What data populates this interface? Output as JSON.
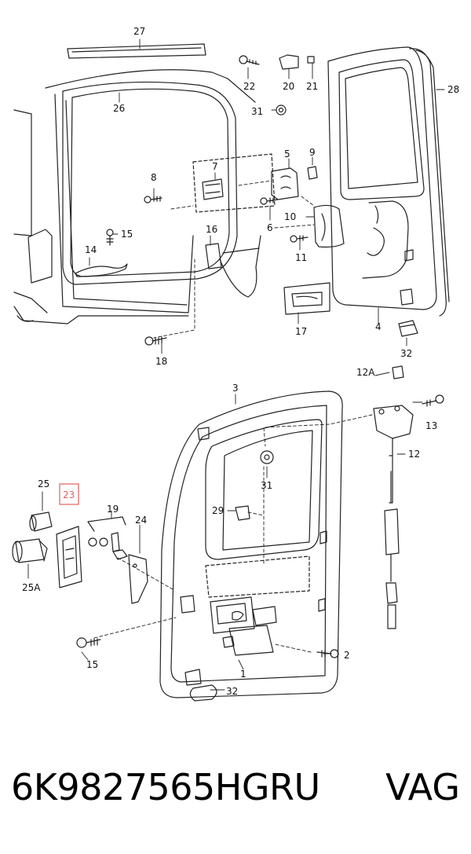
{
  "labels": {
    "l27": "27",
    "l22": "22",
    "l20": "20",
    "l21": "21",
    "l28": "28",
    "l26": "26",
    "l31a": "31",
    "l5": "5",
    "l9": "9",
    "l7": "7",
    "l8": "8",
    "l16": "16",
    "l6": "6",
    "l10": "10",
    "l15a": "15",
    "l14": "14",
    "l11": "11",
    "l17": "17",
    "l4": "4",
    "l18": "18",
    "l32a": "32",
    "l12A": "12A",
    "l3": "3",
    "l13": "13",
    "l12": "12",
    "l31b": "31",
    "l25": "25",
    "l23": "23",
    "l19": "19",
    "l24": "24",
    "l29": "29",
    "l25A": "25A",
    "l15b": "15",
    "l2": "2",
    "l1": "1",
    "l32b": "32"
  },
  "highlight": {
    "part": "23",
    "color": "#e06060"
  },
  "footer": {
    "part_number": "6K9827565HGRU",
    "brand": "VAG"
  }
}
